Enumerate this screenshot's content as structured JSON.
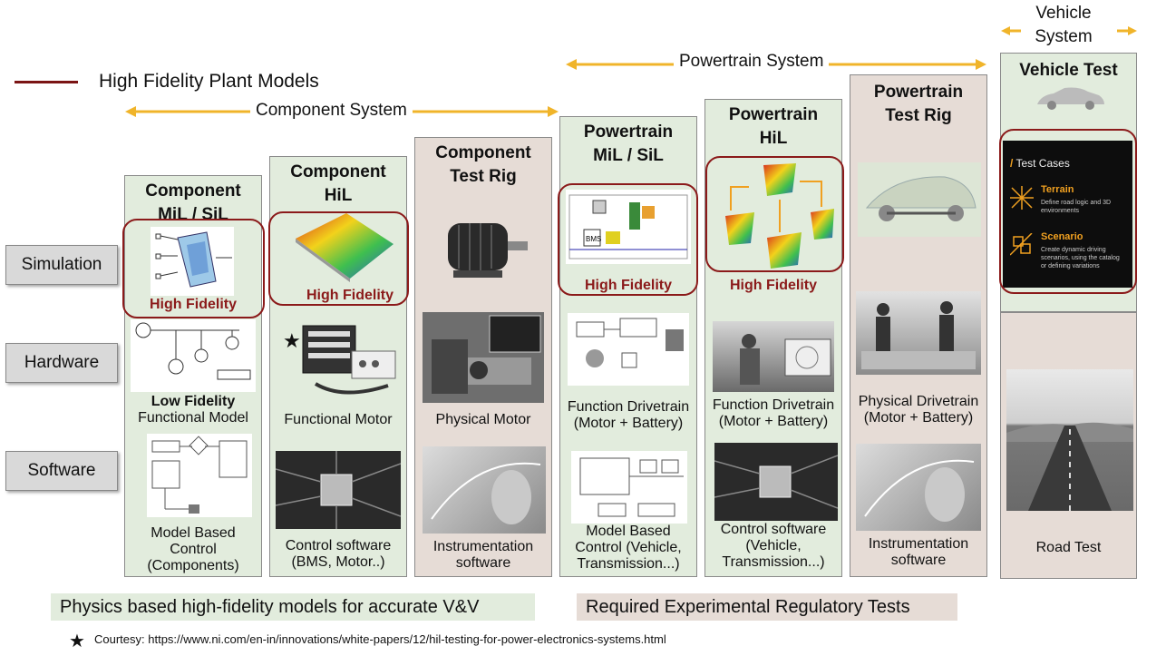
{
  "legend": {
    "label": "High Fidelity Plant Models",
    "line_color": "#7b1414"
  },
  "arrows": {
    "component_system": "Component System",
    "powertrain_system": "Powertrain System",
    "vehicle_system_line1": "Vehicle",
    "vehicle_system_line2": "System",
    "arrow_color": "#f0b42a"
  },
  "rows": {
    "simulation": "Simulation",
    "hardware": "Hardware",
    "software": "Software"
  },
  "high_fidelity": "High Fidelity",
  "columns": [
    {
      "title_line1": "Component",
      "title_line2": "MiL / SiL",
      "hw_caption_bold": "Low Fidelity",
      "hw_caption": "Functional Model",
      "sw_caption_line1": "Model Based",
      "sw_caption_line2": "Control",
      "sw_caption_line3": "(Components)"
    },
    {
      "title_line1": "Component",
      "title_line2": "HiL",
      "hw_caption": "Functional Motor",
      "sw_caption_line1": "Control software",
      "sw_caption_line2": "(BMS, Motor..)"
    },
    {
      "title_line1": "Component",
      "title_line2": "Test Rig",
      "hw_caption": "Physical Motor",
      "sw_caption_line1": "Instrumentation",
      "sw_caption_line2": "software"
    },
    {
      "title_line1": "Powertrain",
      "title_line2": "MiL / SiL",
      "hw_caption_line1": "Function Drivetrain",
      "hw_caption_line2": "(Motor + Battery)",
      "sw_caption_line1": "Model Based",
      "sw_caption_line2": "Control (Vehicle,",
      "sw_caption_line3": "Transmission...)"
    },
    {
      "title_line1": "Powertrain",
      "title_line2": "HiL",
      "hw_caption_line1": "Function Drivetrain",
      "hw_caption_line2": "(Motor + Battery)",
      "sw_caption_line1": "Control software",
      "sw_caption_line2": "(Vehicle,",
      "sw_caption_line3": "Transmission...)"
    },
    {
      "title_line1": "Powertrain",
      "title_line2": "Test Rig",
      "hw_caption_line1": "Physical Drivetrain",
      "hw_caption_line2": "(Motor + Battery)",
      "sw_caption_line1": "Instrumentation",
      "sw_caption_line2": "software"
    },
    {
      "title_line1": "Vehicle Test",
      "sw_caption": "Road Test"
    }
  ],
  "vehicle_panel": {
    "heading": "Test Cases",
    "terrain_title": "Terrain",
    "terrain_desc_line1": "Define road logic and 3D",
    "terrain_desc_line2": "environments",
    "scenario_title": "Scenario",
    "scenario_desc_line1": "Create dynamic driving",
    "scenario_desc_line2": "scenarios, using the catalog",
    "scenario_desc_line3": "or defining variations"
  },
  "mini_labels": {
    "bms": "BMS"
  },
  "footer": {
    "left": "Physics based high-fidelity models for accurate V&V",
    "right": "Required Experimental Regulatory Tests",
    "courtesy": "Courtesy: https://www.ni.com/en-in/innovations/white-papers/12/hil-testing-for-power-electronics-systems.html"
  }
}
